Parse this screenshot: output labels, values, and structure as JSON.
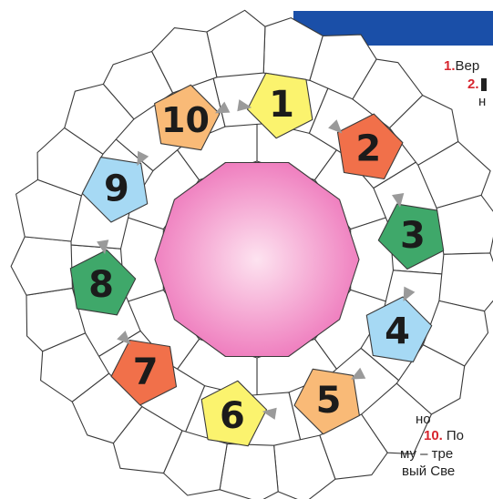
{
  "header": {
    "color": "#1a4fa8"
  },
  "octagon": {
    "color": "#ee77bb",
    "center_color": "#fde3f0"
  },
  "pentagons": [
    {
      "number": "1",
      "color": "#fbf36e"
    },
    {
      "number": "2",
      "color": "#f1704a"
    },
    {
      "number": "3",
      "color": "#3fa86a"
    },
    {
      "number": "4",
      "color": "#a6d9f4"
    },
    {
      "number": "5",
      "color": "#f9ba77"
    },
    {
      "number": "6",
      "color": "#fbf36e"
    },
    {
      "number": "7",
      "color": "#f1704a"
    },
    {
      "number": "8",
      "color": "#3fa86a"
    },
    {
      "number": "9",
      "color": "#a6d9f4"
    },
    {
      "number": "10",
      "color": "#f9ba77"
    }
  ],
  "clues": [
    {
      "num": "1.",
      "text": "Вер"
    },
    {
      "num": "2.",
      "text": ""
    },
    {
      "num": "",
      "text": "н"
    },
    {
      "num": "",
      "text": "но"
    },
    {
      "num": "10.",
      "text": "По"
    },
    {
      "num": "",
      "text": "му – тре"
    },
    {
      "num": "",
      "text": "вый Све"
    }
  ]
}
